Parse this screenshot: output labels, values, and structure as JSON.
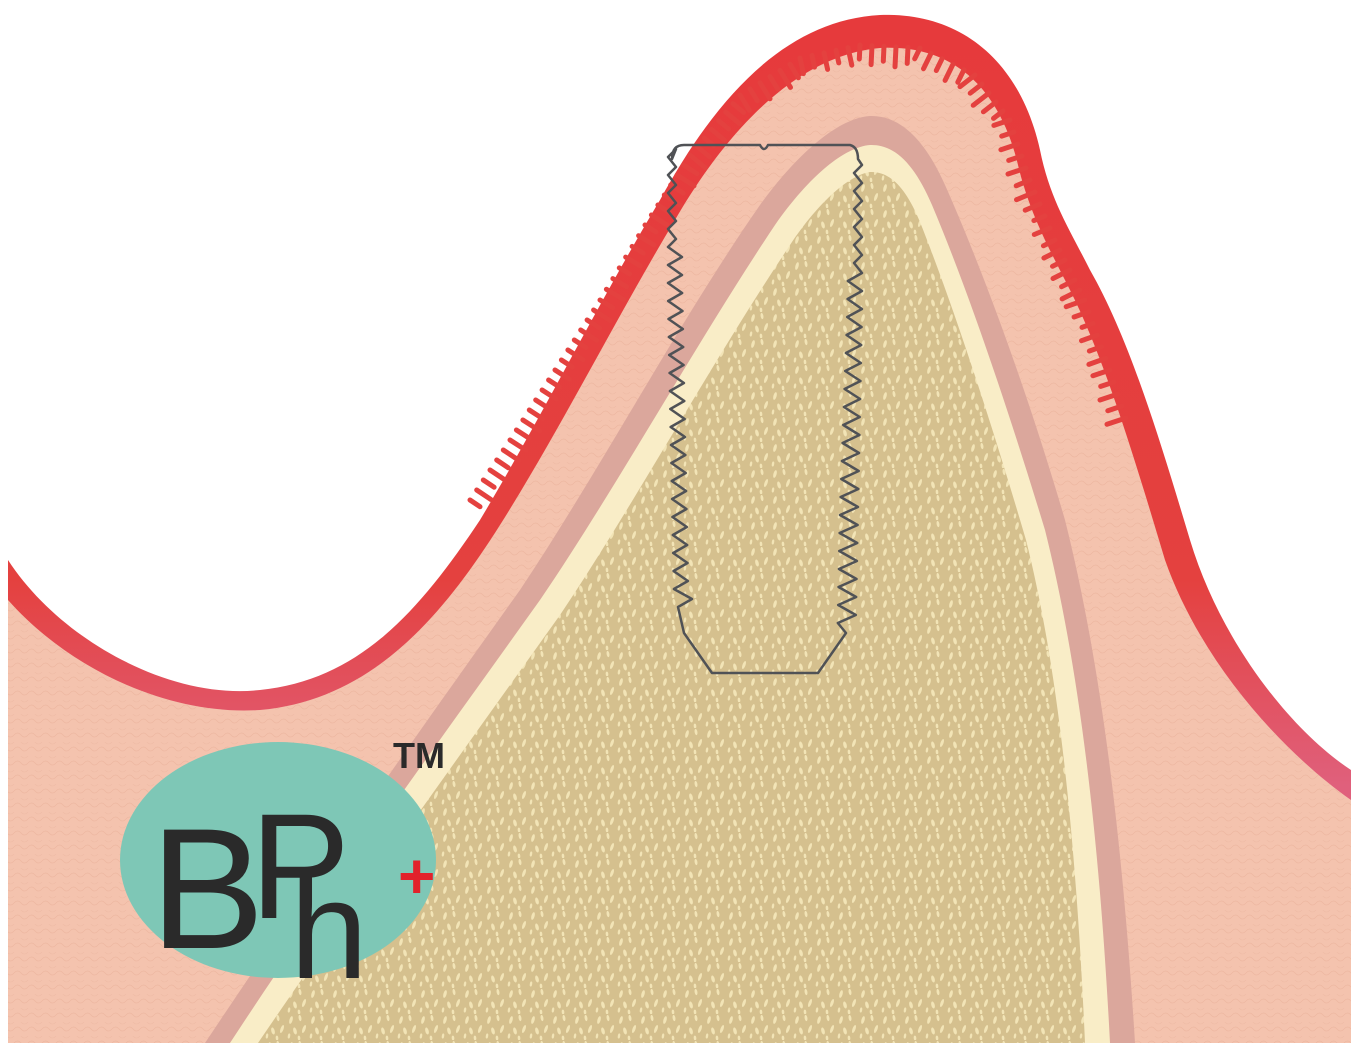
{
  "logo": {
    "letters": [
      "B",
      "P",
      "h"
    ],
    "plus": "+",
    "trademark": "TM",
    "letters_alt": "BPh+"
  },
  "colors": {
    "background": "#ffffff",
    "gingiva_outer": "#e4413f",
    "gingiva_outer_lower": "#df6a85",
    "soft_tissue": "#f4c3ae",
    "periosteum": "#dba79c",
    "cortical_bone": "#f9edc7",
    "cancellous_bone": "#d5c08e",
    "trabecular_pores": "#f2e4b6",
    "implant_outline": "#505256",
    "logo_ellipse": "#7ec7b6",
    "logo_text": "#2a2a2a",
    "logo_plus": "#e2222b"
  }
}
